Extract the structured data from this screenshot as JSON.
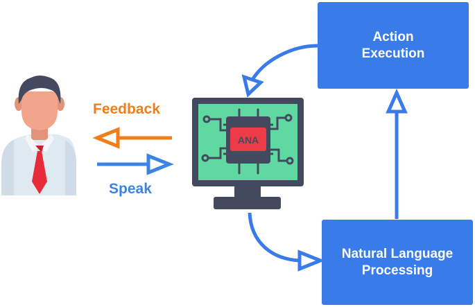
{
  "colors": {
    "flow_blue": "#3a7bea",
    "feedback_orange": "#f07f1b",
    "speak_blue": "#3b84e4",
    "chip_red": "#ee3b48",
    "circuit_green": "#5fd8a2"
  },
  "icons": {
    "user": "person-in-shirt-and-red-tie-icon",
    "computer": "monitor-with-chip-icon"
  },
  "labels": {
    "feedback": "Feedback",
    "speak": "Speak"
  },
  "chip_text": "ANA",
  "boxes": {
    "action_execution": {
      "line1": "Action",
      "line2": "Execution"
    },
    "nlp": {
      "line1": "Natural Language",
      "line2": "Processing"
    }
  }
}
